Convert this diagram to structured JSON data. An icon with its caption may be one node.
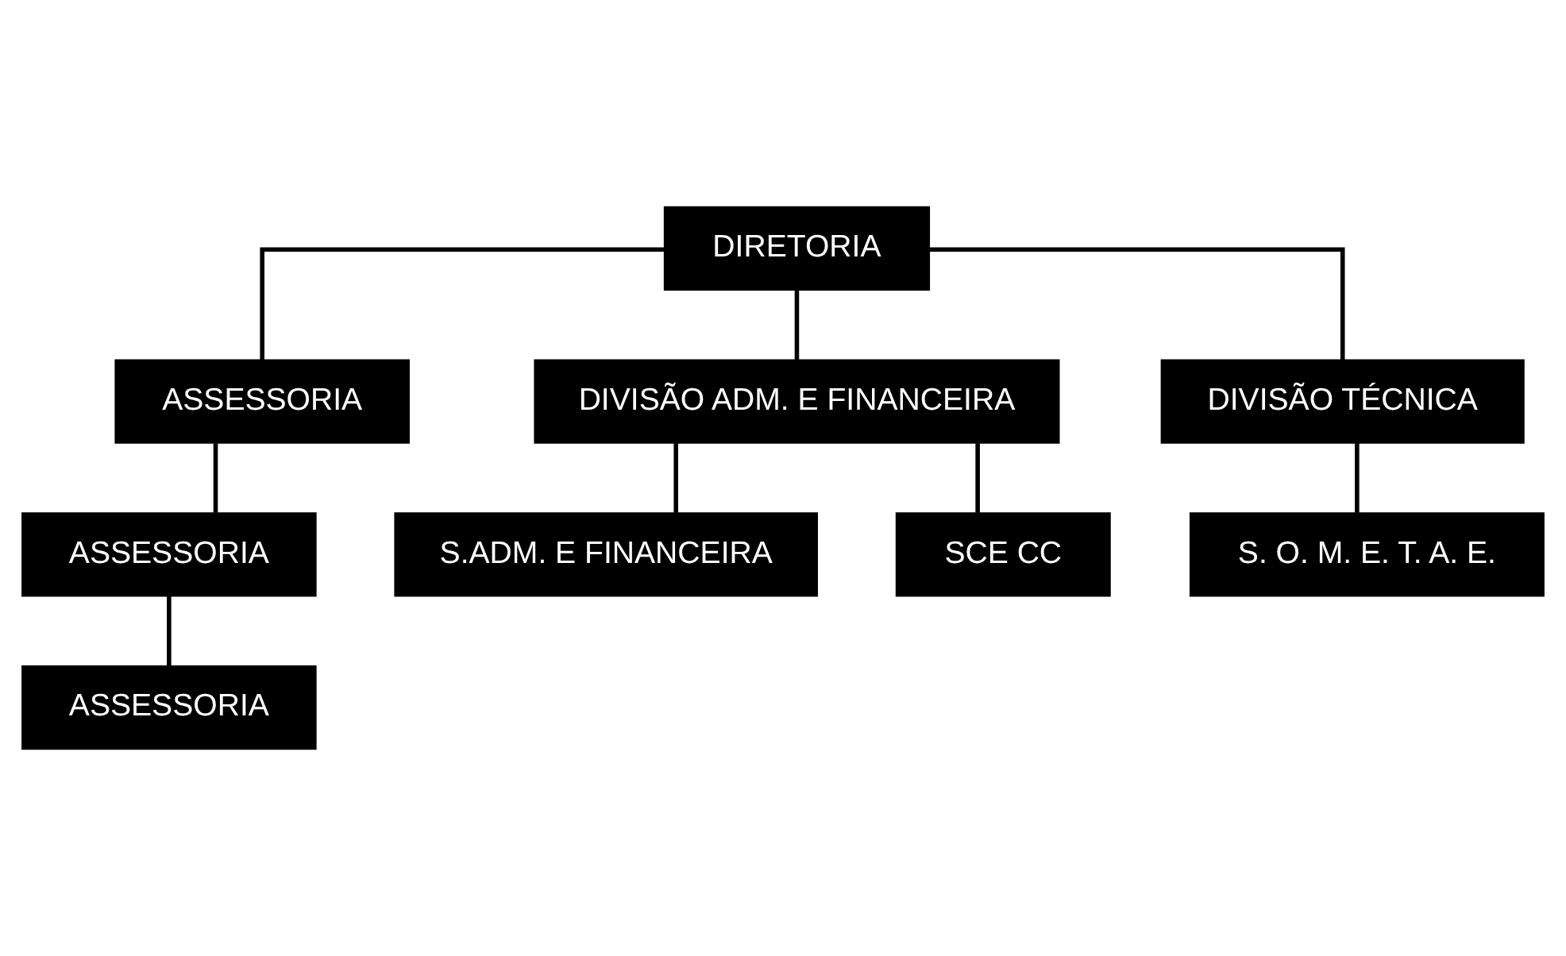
{
  "diagram": {
    "nodes": [
      {
        "text": [
          "DIRETORIA"
        ]
      },
      {
        "text": [
          "ASSESSORIA"
        ]
      },
      {
        "text": [
          "ASSESSORIA"
        ]
      },
      {
        "text": [
          "ASSESSORIA"
        ]
      },
      {
        "text": [
          "DIVISÃO ADM. E FINANCEIRA"
        ]
      },
      {
        "text": [
          "DIVISÃO TÉCNICA"
        ]
      },
      {
        "text": [
          "S. O. M. E. T. A. E."
        ]
      },
      {
        "text": [
          "S.ADM. E FINANCEIRA"
        ]
      },
      {
        "text": [
          "SCE CC"
        ]
      }
    ],
    "edges": [
      {
        "from": 0,
        "to": 1,
        "arrow": "none"
      },
      {
        "from": 1,
        "to": 2,
        "arrow": "none"
      },
      {
        "from": 2,
        "to": 3,
        "arrow": "none"
      },
      {
        "from": 0,
        "to": 4,
        "arrow": "none"
      },
      {
        "from": 0,
        "to": 5,
        "arrow": "none"
      },
      {
        "from": 5,
        "to": 6,
        "arrow": "none"
      },
      {
        "from": 4,
        "to": 7,
        "arrow": "none"
      },
      {
        "from": 4,
        "to": 8,
        "arrow": "none"
      }
    ]
  }
}
